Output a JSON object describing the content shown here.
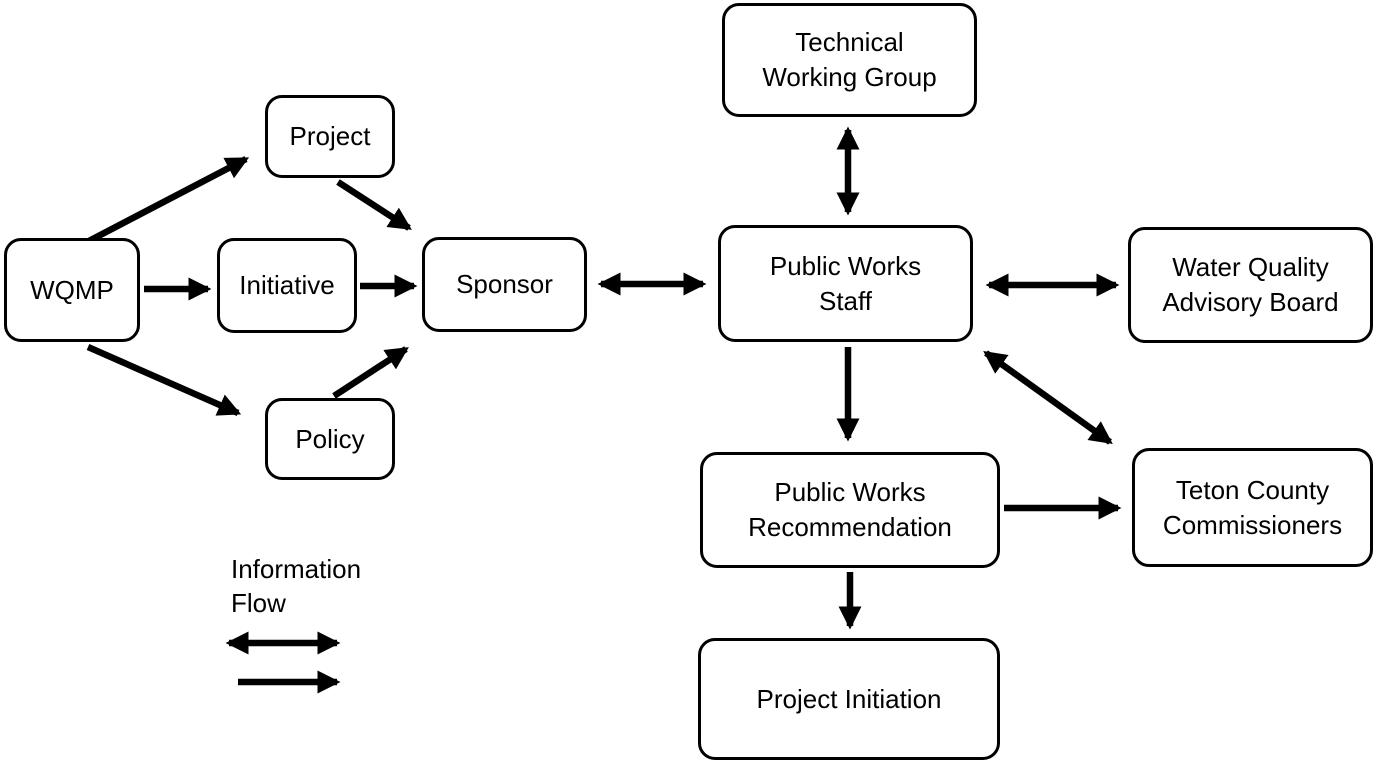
{
  "colors": {
    "background": "#ffffff",
    "box_fill": "#ffffff",
    "box_border": "#000000",
    "arrow": "#000000",
    "text": "#000000"
  },
  "nodes": [
    {
      "id": "wqmp",
      "lines": [
        "WQMP"
      ]
    },
    {
      "id": "project",
      "lines": [
        "Project"
      ]
    },
    {
      "id": "initiative",
      "lines": [
        "Initiative"
      ]
    },
    {
      "id": "policy",
      "lines": [
        "Policy"
      ]
    },
    {
      "id": "sponsor",
      "lines": [
        "Sponsor"
      ]
    },
    {
      "id": "technical-working-group",
      "lines": [
        "Technical",
        "Working Group"
      ]
    },
    {
      "id": "public-works-staff",
      "lines": [
        "Public Works",
        "Staff"
      ]
    },
    {
      "id": "water-quality-advisory-board",
      "lines": [
        "Water Quality",
        "Advisory Board"
      ]
    },
    {
      "id": "public-works-recommendation",
      "lines": [
        "Public Works",
        "Recommendation"
      ]
    },
    {
      "id": "teton-county-commissioners",
      "lines": [
        "Teton County",
        "Commissioners"
      ]
    },
    {
      "id": "project-initiation",
      "lines": [
        "Project Initiation"
      ]
    }
  ],
  "edges": [
    {
      "from": "wqmp",
      "to": "project",
      "bidirectional": false
    },
    {
      "from": "wqmp",
      "to": "initiative",
      "bidirectional": false
    },
    {
      "from": "wqmp",
      "to": "policy",
      "bidirectional": false
    },
    {
      "from": "project",
      "to": "sponsor",
      "bidirectional": false
    },
    {
      "from": "initiative",
      "to": "sponsor",
      "bidirectional": false
    },
    {
      "from": "policy",
      "to": "sponsor",
      "bidirectional": false
    },
    {
      "from": "sponsor",
      "to": "public-works-staff",
      "bidirectional": true
    },
    {
      "from": "technical-working-group",
      "to": "public-works-staff",
      "bidirectional": true
    },
    {
      "from": "public-works-staff",
      "to": "water-quality-advisory-board",
      "bidirectional": true
    },
    {
      "from": "public-works-staff",
      "to": "public-works-recommendation",
      "bidirectional": false
    },
    {
      "from": "public-works-staff",
      "to": "teton-county-commissioners",
      "bidirectional": true
    },
    {
      "from": "public-works-recommendation",
      "to": "teton-county-commissioners",
      "bidirectional": false
    },
    {
      "from": "public-works-recommendation",
      "to": "project-initiation",
      "bidirectional": false
    }
  ],
  "legend": {
    "title_lines": [
      "Information",
      "Flow"
    ],
    "items": [
      {
        "symbol": "bidirectional-arrow"
      },
      {
        "symbol": "one-way-arrow"
      }
    ]
  }
}
